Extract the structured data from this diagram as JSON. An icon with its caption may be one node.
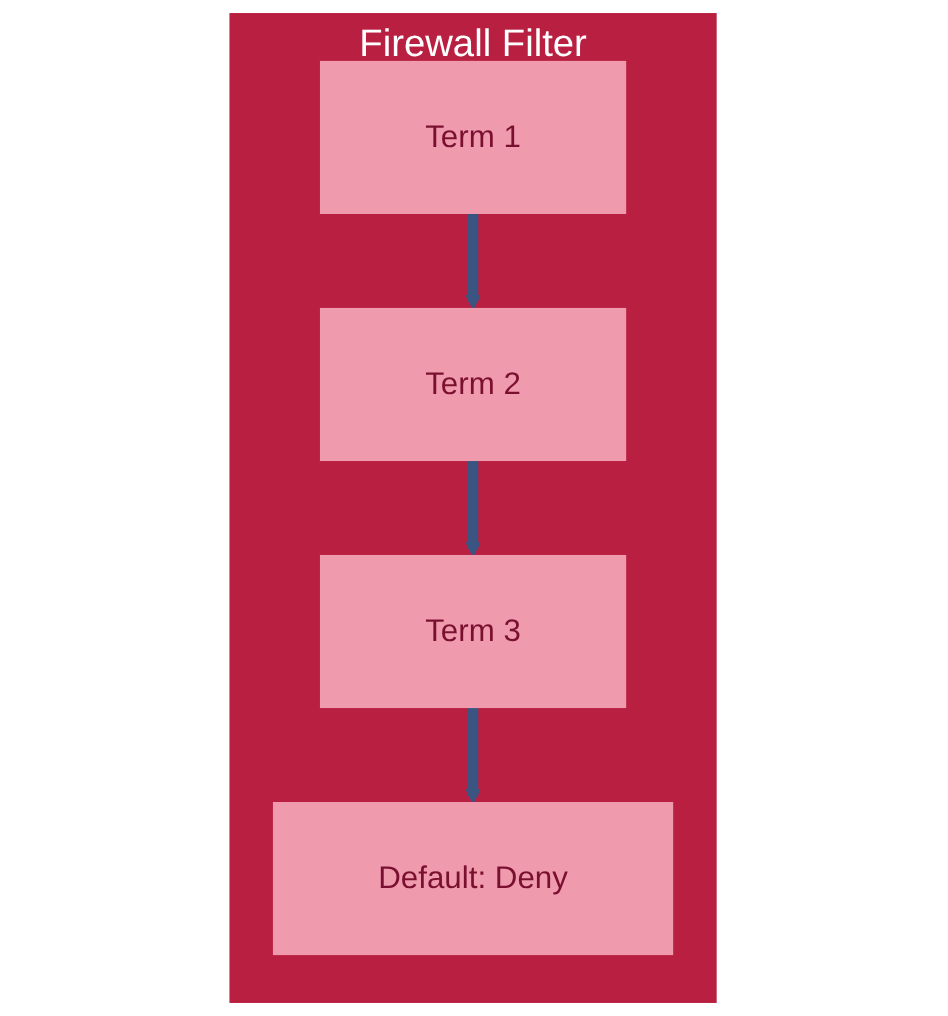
{
  "diagram": {
    "nodes": [
      {
        "text": [
          "Firewall Filter"
        ]
      },
      {
        "text": [
          "Term 1"
        ],
        "in": 0
      },
      {
        "text": [
          "Term 2"
        ],
        "in": 0
      },
      {
        "text": [
          "Term 3"
        ],
        "in": 0
      },
      {
        "text": [
          "Default: Deny"
        ],
        "in": 0
      }
    ],
    "edges": [
      {
        "from": 1,
        "to": 2,
        "arrow": "to"
      },
      {
        "from": 2,
        "to": 3,
        "arrow": "to"
      },
      {
        "from": 3,
        "to": 4,
        "arrow": "to"
      }
    ]
  }
}
